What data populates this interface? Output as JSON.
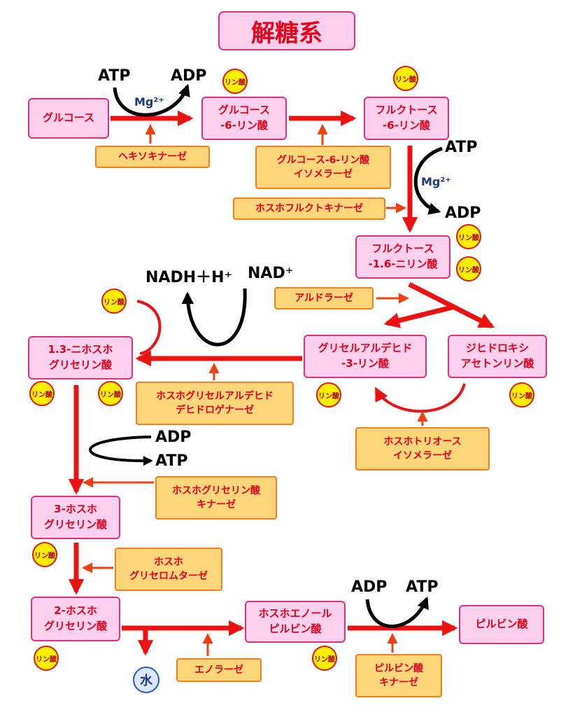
{
  "title": "解糖系",
  "compounds": {
    "glucose": "グルコース",
    "g6p": "グルコース\n-6-リン酸",
    "f6p": "フルクトース\n-6-リン酸",
    "f16bp": "フルクトース\n-1.6-ニリン酸",
    "gap": "グリセルアルデヒド\n-3-リン酸",
    "dhap": "ジヒドロキシ\nアセトンリン酸",
    "bpg13": "1.3-ニホスホ\nグリセリン酸",
    "pg3": "3-ホスホ\nグリセリン酸",
    "pg2": "2-ホスホ\nグリセリン酸",
    "pep": "ホスホエノール\nピルビン酸",
    "pyruvate": "ピルビン酸"
  },
  "enzymes": {
    "hexokinase": "ヘキソキナーゼ",
    "g6p_isomerase": "グルコース-6-リン酸\nイソメラーゼ",
    "pfk": "ホスホフルクトキナーゼ",
    "aldolase": "アルドラーゼ",
    "tpi": "ホスホトリオース\nイソメラーゼ",
    "gapdh": "ホスホグリセルアルデヒド\nデヒドロゲナーゼ",
    "pgk": "ホスホグリセリン酸\nキナーゼ",
    "pgm": "ホスホ\nグリセロムターゼ",
    "enolase": "エノラーゼ",
    "pk": "ピルビン酸\nキナーゼ"
  },
  "cofactors": {
    "atp": "ATP",
    "adp": "ADP",
    "mg": "Mg²⁺",
    "nadh": "NADH＋H⁺",
    "nad": "NAD⁺",
    "phosphate": "リン酸",
    "water": "水"
  },
  "colors": {
    "arrow_red": "#ee1111",
    "compound_fill": "#ffd1ee",
    "enzyme_fill": "#ffd67a",
    "phosphate_fill": "#ffee00"
  }
}
